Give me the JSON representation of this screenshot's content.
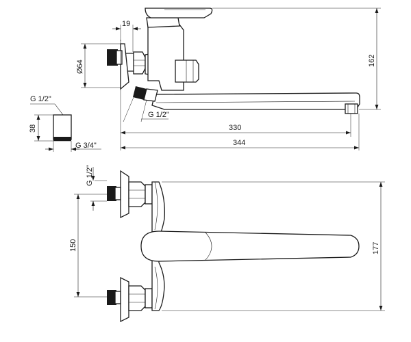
{
  "dimensions": {
    "d19": "19",
    "d64": "Ø64",
    "d162": "162",
    "g12_top": "G 1/2\"",
    "g12_mid": "G 1/2\"",
    "d38": "38",
    "g34": "G 3/4\"",
    "d330": "330",
    "d344": "344",
    "g12_front": "G 1/2\"",
    "d150": "150",
    "d177": "177"
  },
  "colors": {
    "line": "#1a1a1a",
    "background": "#ffffff"
  }
}
